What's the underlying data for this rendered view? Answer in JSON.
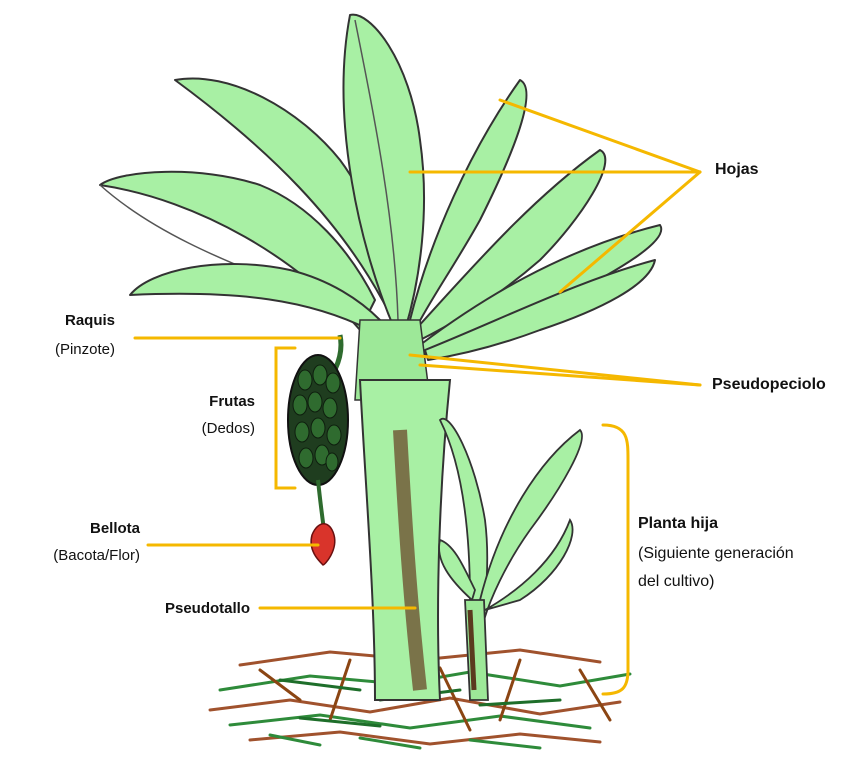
{
  "labels": {
    "hojas": "Hojas",
    "raquis": "Raquis",
    "raquis_sub": "(Pinzote)",
    "frutas": "Frutas",
    "frutas_sub": "(Dedos)",
    "pseudopeciolo": "Pseudopeciolo",
    "bellota": "Bellota",
    "bellota_sub": "(Bacota/Flor)",
    "planta_hija": "Planta hija",
    "planta_hija_sub1": "(Siguiente generación",
    "planta_hija_sub2": "del cultivo)",
    "pseudotallo": "Pseudotallo"
  },
  "colors": {
    "leader_line": "#f5b800",
    "leaf": "#a8f0a4",
    "outline": "#333333",
    "ground_brown": "#a0522d",
    "ground_green": "#2e8b3a",
    "fruit_dark": "#1f3d1f",
    "flower": "#d9342b"
  }
}
